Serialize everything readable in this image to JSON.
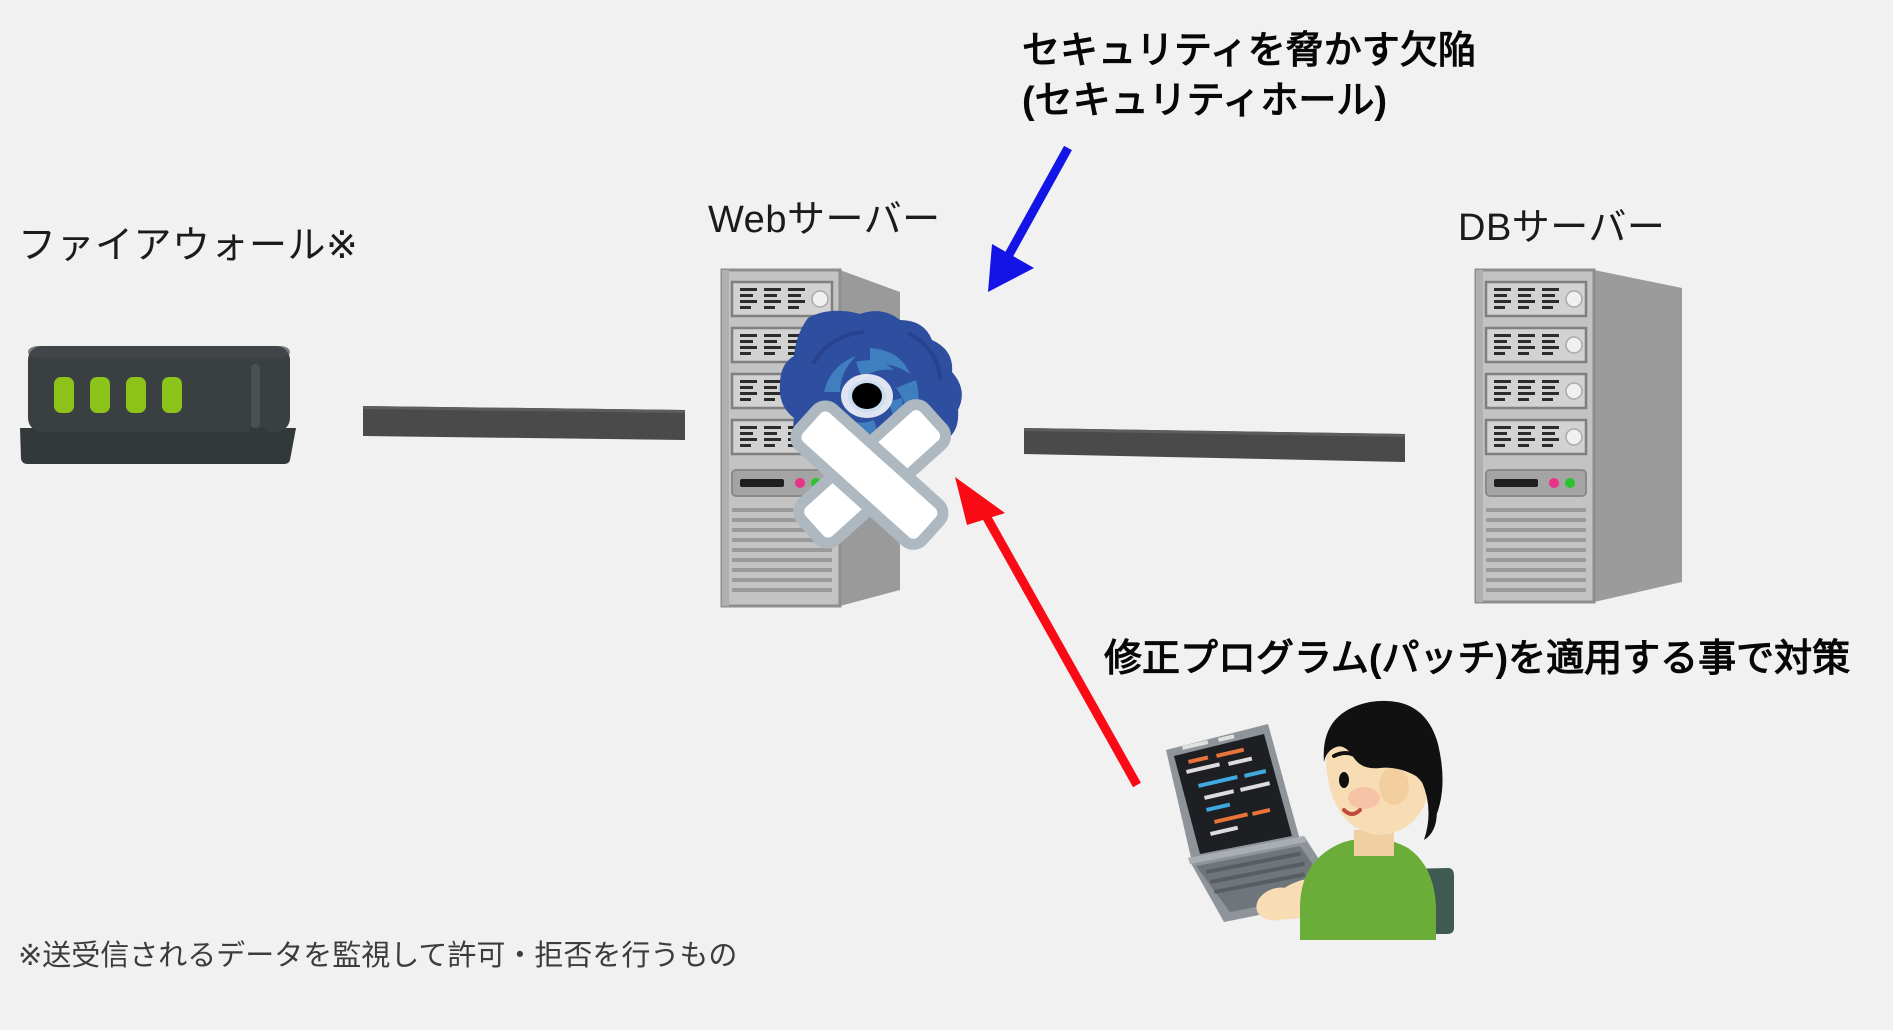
{
  "diagram": {
    "background_color": "#f1f1f1",
    "title_text_color": "#070707",
    "labels": {
      "firewall": "ファイアウォール※",
      "web_server": "Webサーバー",
      "db_server": "DBサーバー"
    },
    "annotations": {
      "security_hole": {
        "line1": "セキュリティを脅かす欠陥",
        "line2": "(セキュリティホール)",
        "arrow_color": "#1414e6",
        "arrow_name": "blue-arrow-to-security-hole"
      },
      "patch": {
        "line1": "修正プログラム(パッチ)を適用する事で対策",
        "arrow_color": "#fa0a14",
        "arrow_name": "red-arrow-to-patch"
      }
    },
    "footnote": "※送受信されるデータを監視して許可・拒否を行うもの",
    "connectors": [
      {
        "name": "firewall-to-web-server-link",
        "color": "#4a4a4a"
      },
      {
        "name": "web-server-to-db-server-link",
        "color": "#4a4a4a"
      }
    ],
    "illustrations": {
      "firewall": {
        "name": "firewall-appliance-illustration",
        "body_color": "#3a3f42",
        "led_color": "#8cc41a",
        "led_count": 4
      },
      "web_server": {
        "name": "web-server-rack-illustration",
        "chassis_color": "#b9b9b9",
        "bay_count": 4,
        "hole_blob_color": "#2e4ea0",
        "hole_swirl_color": "#3f7fc0",
        "hole_center_color": "#000000",
        "patch_color": "#ffffff",
        "patch_border_color": "#adb8c0"
      },
      "db_server": {
        "name": "db-server-rack-illustration",
        "chassis_color": "#b9b9b9",
        "bay_count": 4,
        "drive_led_colors": [
          "#e8338a",
          "#2cc42c"
        ]
      },
      "programmer": {
        "name": "programmer-with-laptop-illustration",
        "hair_color": "#111111",
        "shirt_color": "#6aad38",
        "skin_color": "#f8ddb4",
        "laptop_body_color": "#8e949a",
        "laptop_screen_color": "#1d1f22",
        "chair_color": "#3f5a52"
      }
    }
  }
}
